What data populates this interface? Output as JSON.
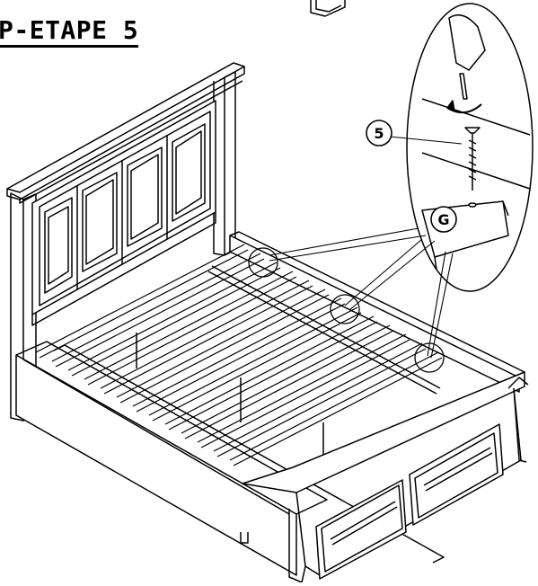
{
  "step_title": "P-ETAPE 5",
  "callouts": {
    "screw": "5",
    "bracket": "G"
  }
}
